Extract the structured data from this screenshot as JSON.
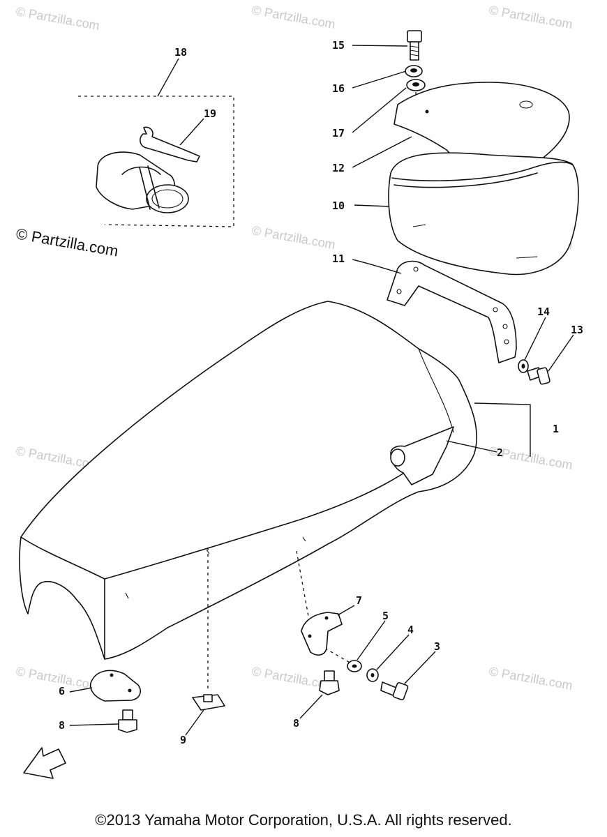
{
  "watermark": "© Partzilla.com",
  "watermark_main": "© Partzilla.com",
  "fwd_label": "FWD",
  "copyright": "©2013 Yamaha Motor Corporation, U.S.A. All rights reserved.",
  "callouts": {
    "c1": "1",
    "c2": "2",
    "c3": "3",
    "c4": "4",
    "c5": "5",
    "c6": "6",
    "c7": "7",
    "c8a": "8",
    "c8b": "8",
    "c9": "9",
    "c10": "10",
    "c11": "11",
    "c12": "12",
    "c13": "13",
    "c14": "14",
    "c15": "15",
    "c16": "16",
    "c17": "17",
    "c18": "18",
    "c19": "19"
  }
}
